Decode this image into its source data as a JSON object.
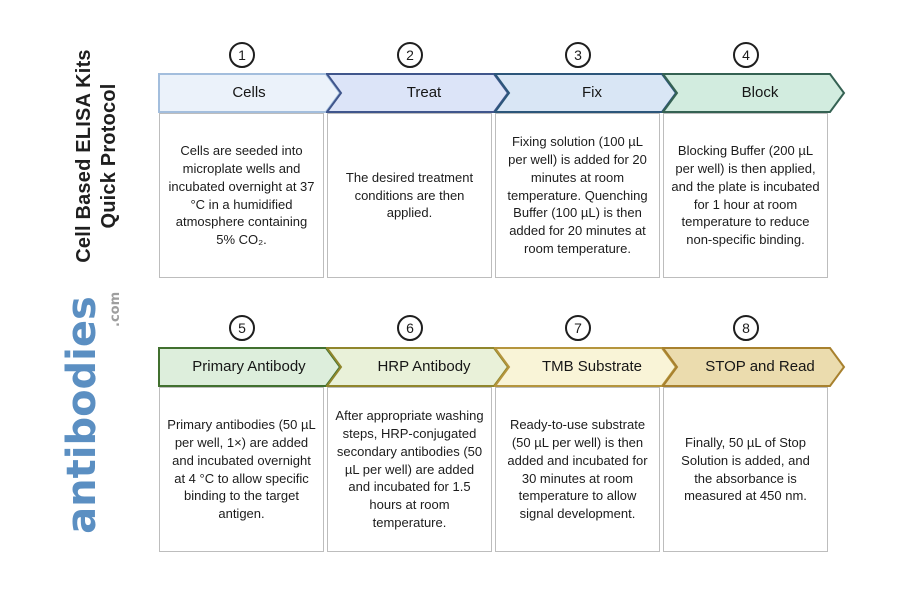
{
  "sidebar": {
    "title_lines": [
      "Cell Based ELISA Kits",
      "Quick Protocol"
    ],
    "logo_text": "antibodies",
    "logo_suffix": ".com",
    "logo_color": "#5b8fc2"
  },
  "steps": [
    {
      "number": "1",
      "label": "Cells",
      "description": "Cells are seeded into microplate wells and incubated overnight at 37 °C in a humidified atmosphere containing 5% CO₂.",
      "fill": "#ebf2fa",
      "stroke": "#a3bedd"
    },
    {
      "number": "2",
      "label": "Treat",
      "description": "The desired treatment conditions are then applied.",
      "fill": "#dce4f8",
      "stroke": "#40568c"
    },
    {
      "number": "3",
      "label": "Fix",
      "description": "Fixing solution (100 µL per well) is added for 20 minutes at room temperature. Quenching Buffer (100 µL) is then added for 20 minutes at room temperature.",
      "fill": "#d9e6f5",
      "stroke": "#2c567a"
    },
    {
      "number": "4",
      "label": "Block",
      "description": "Blocking Buffer (200 µL per well) is then applied, and the plate is incubated for 1 hour at room temperature to reduce non-specific binding.",
      "fill": "#d2ecdf",
      "stroke": "#356253"
    },
    {
      "number": "5",
      "label": "Primary Antibody",
      "description": "Primary antibodies (50 µL per well, 1×) are added and incubated overnight at 4 °C to allow specific binding to the target antigen.",
      "fill": "#ddeedc",
      "stroke": "#41702f"
    },
    {
      "number": "6",
      "label": "HRP Antibody",
      "description": "After appropriate washing steps, HRP-conjugated secondary antibodies (50 µL per well) are added and incubated for 1.5 hours at room temperature.",
      "fill": "#e9f1d9",
      "stroke": "#90862c"
    },
    {
      "number": "7",
      "label": "TMB Substrate",
      "description": "Ready-to-use substrate (50 µL per well) is then added and incubated for 30 minutes at room temperature to allow signal development.",
      "fill": "#f9f4d7",
      "stroke": "#b5953d"
    },
    {
      "number": "8",
      "label": "STOP and Read",
      "description": "Finally, 50 µL of Stop Solution is added, and the absorbance is measured at 450 nm.",
      "fill": "#ebdcae",
      "stroke": "#a8812e"
    }
  ]
}
